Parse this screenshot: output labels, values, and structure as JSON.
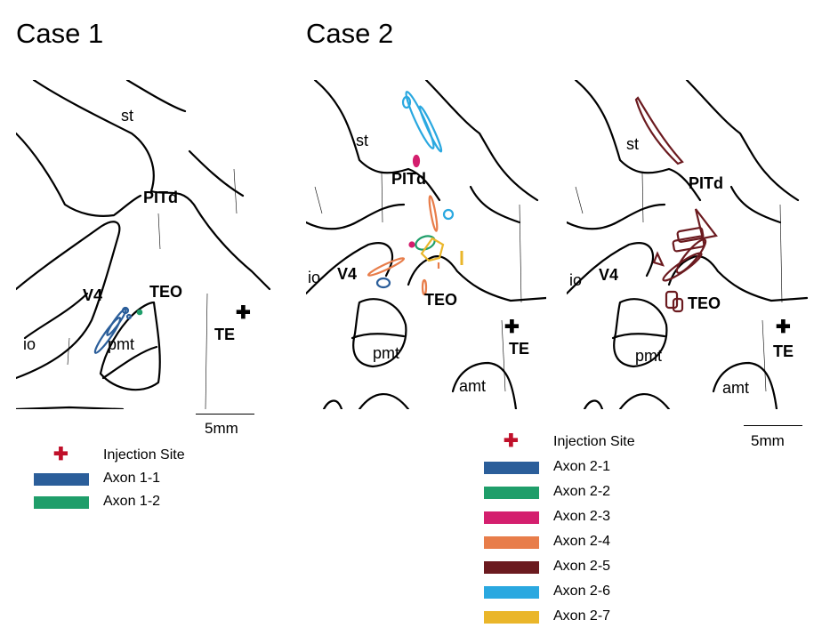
{
  "titles": {
    "case1": "Case 1",
    "case2": "Case 2"
  },
  "labels": {
    "st": "st",
    "pitd": "PITd",
    "v4": "V4",
    "teo": "TEO",
    "te": "TE",
    "io": "io",
    "pmt": "pmt",
    "amt": "amt"
  },
  "scale_bar": {
    "label": "5mm"
  },
  "legend_case1": {
    "injection": "Injection Site",
    "items": [
      {
        "label": "Axon 1-1",
        "color": "#2b5e9a"
      },
      {
        "label": "Axon 1-2",
        "color": "#1f9e6a"
      }
    ]
  },
  "legend_case2": {
    "injection": "Injection Site",
    "items": [
      {
        "label": "Axon 2-1",
        "color": "#2b5e9a"
      },
      {
        "label": "Axon 2-2",
        "color": "#1f9e6a"
      },
      {
        "label": "Axon 2-3",
        "color": "#d41f6e"
      },
      {
        "label": "Axon 2-4",
        "color": "#e87d4a"
      },
      {
        "label": "Axon 2-5",
        "color": "#6b1a1f"
      },
      {
        "label": "Axon 2-6",
        "color": "#2aa8e0"
      },
      {
        "label": "Axon 2-7",
        "color": "#eab62a"
      }
    ]
  },
  "colors": {
    "injection": "#c0102a",
    "outline": "#000000"
  }
}
